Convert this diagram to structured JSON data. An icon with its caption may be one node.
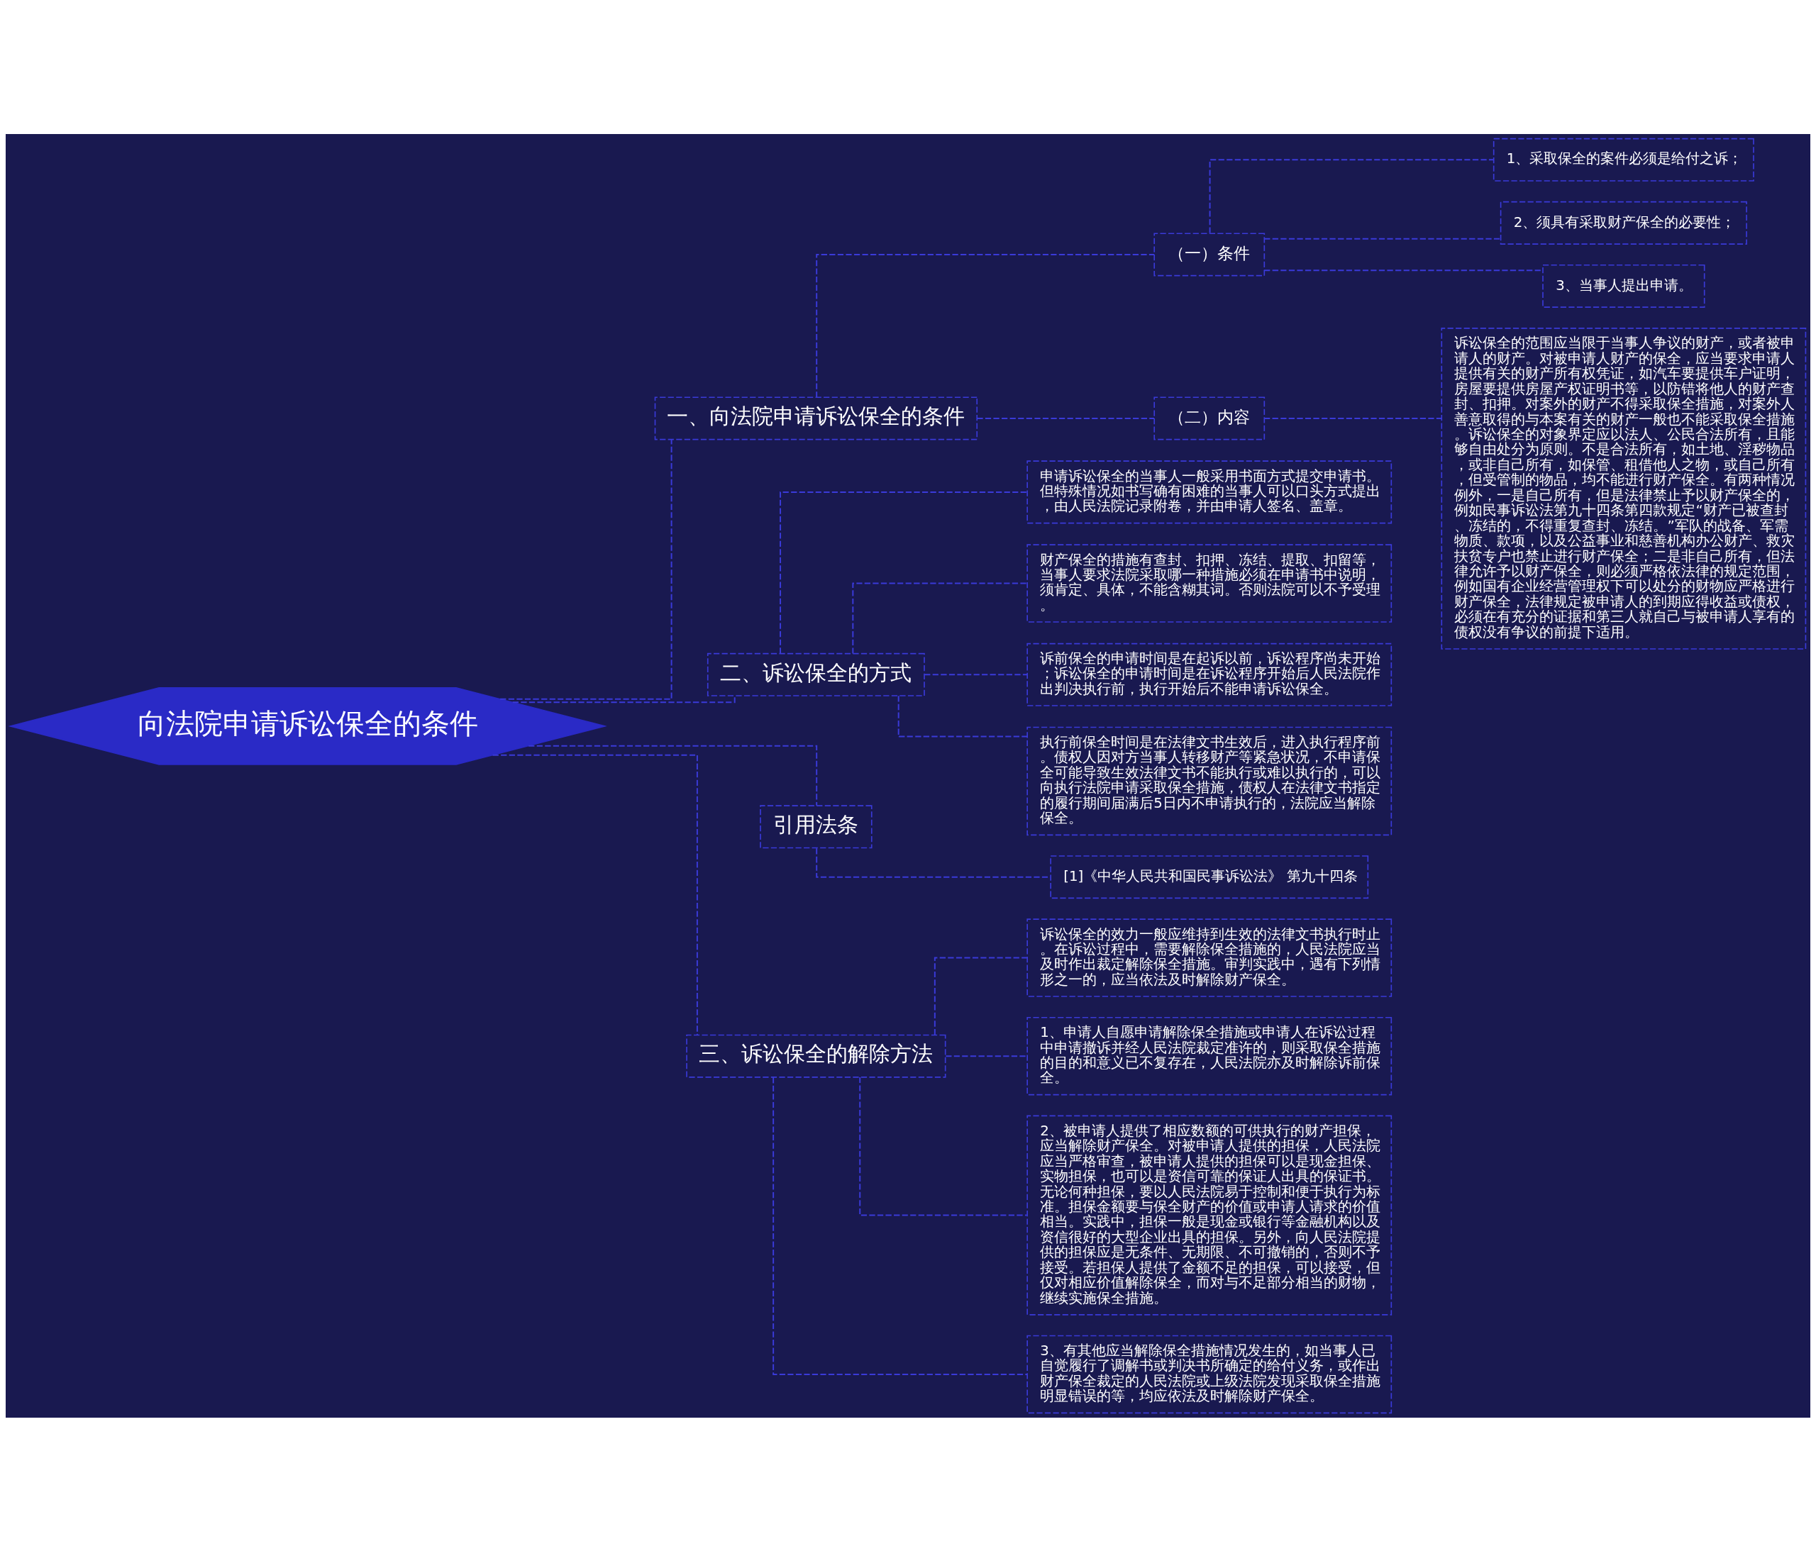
{
  "diagram": {
    "nodes": [
      {
        "text": [
          "向法院申请诉讼保全的条件"
        ]
      },
      {
        "text": [
          "一、向法院申请诉讼保全的条件"
        ]
      },
      {
        "text": [
          "（一）条件"
        ]
      },
      {
        "text": [
          "1、采取保全的案件必须是给付之诉；"
        ]
      },
      {
        "text": [
          "2、须具有采取财产保全的必要性；"
        ]
      },
      {
        "text": [
          "3、当事人提出申请。"
        ]
      },
      {
        "text": [
          "（二）内容"
        ]
      },
      {
        "text": [
          "诉讼保全的范围应当限于当事人争议的财产，或者被申请人的财产。对被申请人财产的保全，应当要求申请人提供有关的财产所有权凭证，如汽车要提供车户证明，房屋要提供房屋产权证明书等，以防错将他人的财产查封、扣押。对案外的财产不得采取保全措施，对案外人善意取得的与本案有关的财产一般也不能采取保全措施。诉讼保全的对象界定应以法人、公民合法所有，且能够自由处分为原则。不是合法所有，如土地、淫秽物品，或非自己所有，如保管、租借他人之物，或自己所有，但受管制的物品，均不能进行财产保全。有两种情况例外，一是自己所有，但是法律禁止予以财产保全的，例如民事诉讼法第九十四条第四款规定“财产已被查封、冻结的，不得重复查封、冻结。”军队的战备、军需物质、款项，以及公益事业和慈善机构办公财产、救灾扶贫专户也禁止进行财产保全；二是非自己所有，但法律允许予以财产保全，则必须严格依法律的规定范围，例如国有企业经营管理权下可以处分的财物应严格进行财产保全，法律规定被申请人的到期应得收益或债权，必须在有充分的证据和第三人就自己与被申请人享有的债权没有争议的前提下适用。"
        ]
      },
      {
        "text": [
          "二、诉讼保全的方式"
        ]
      },
      {
        "text": [
          "申请诉讼保全的当事人一般采用书面方式提交申请书。但特殊情况如书写确有困难的当事人可以口头方式提出，由人民法院记录附卷，并由申请人签名、盖章。"
        ]
      },
      {
        "text": [
          "财产保全的措施有查封、扣押、冻结、提取、扣留等，当事人要求法院采取哪一种措施必须在申请书中说明，须肯定、具体，不能含糊其词。否则法院可以不予受理。"
        ]
      },
      {
        "text": [
          "诉前保全的申请时间是在起诉以前，诉讼程序尚未开始；诉讼保全的申请时间是在诉讼程序开始后人民法院作出判决执行前，执行开始后不能申请诉讼保全。"
        ]
      },
      {
        "text": [
          "执行前保全时间是在法律文书生效后，进入执行程序前。债权人因对方当事人转移财产等紧急状况，不申请保全可能导致生效法律文书不能执行或难以执行的，可以向执行法院申请采取保全措施，债权人在法律文书指定的履行期间届满后5日内不申请执行的，法院应当解除保全。"
        ]
      },
      {
        "text": [
          "引用法条"
        ]
      },
      {
        "text": [
          "[1]《中华人民共和国民事诉讼法》 第九十四条"
        ]
      },
      {
        "text": [
          "三、诉讼保全的解除方法"
        ]
      },
      {
        "text": [
          "诉讼保全的效力一般应维持到生效的法律文书执行时止。在诉讼过程中，需要解除保全措施的，人民法院应当及时作出裁定解除保全措施。审判实践中，遇有下列情形之一的，应当依法及时解除财产保全。"
        ]
      },
      {
        "text": [
          "1、申请人自愿申请解除保全措施或申请人在诉讼过程中申请撤诉并经人民法院裁定准许的，则采取保全措施的目的和意义已不复存在，人民法院亦及时解除诉前保全。"
        ]
      },
      {
        "text": [
          "2、被申请人提供了相应数额的可供执行的财产担保，应当解除财产保全。对被申请人提供的担保，人民法院应当严格审查，被申请人提供的担保可以是现金担保、实物担保，也可以是资信可靠的保证人出具的保证书。无论何种担保，要以人民法院易于控制和便于执行为标准。担保金额要与保全财产的价值或申请人请求的价值相当。实践中，担保一般是现金或银行等金融机构以及资信很好的大型企业出具的担保。另外，向人民法院提供的担保应是无条件、无期限、不可撤销的，否则不予接受。若担保人提供了金额不足的担保，可以接受，但仅对相应价值解除保全，而对与不足部分相当的财物，继续实施保全措施。"
        ]
      },
      {
        "text": [
          "3、有其他应当解除保全措施情况发生的，如当事人已自觉履行了调解书或判决书所确定的给付义务，或作出财产保全裁定的人民法院或上级法院发现采取保全措施明显错误的等，均应依法及时解除财产保全。"
        ]
      }
    ],
    "edges": [
      {
        "from": 0,
        "to": 1,
        "arrow": "none",
        "style": "dashed"
      },
      {
        "from": 1,
        "to": 2,
        "arrow": "none",
        "style": "dashed"
      },
      {
        "from": 2,
        "to": 3,
        "arrow": "none",
        "style": "dashed"
      },
      {
        "from": 2,
        "to": 4,
        "arrow": "none",
        "style": "dashed"
      },
      {
        "from": 2,
        "to": 5,
        "arrow": "none",
        "style": "dashed"
      },
      {
        "from": 1,
        "to": 6,
        "arrow": "none",
        "style": "dashed"
      },
      {
        "from": 6,
        "to": 7,
        "arrow": "none",
        "style": "dashed"
      },
      {
        "from": 0,
        "to": 8,
        "arrow": "none",
        "style": "dashed"
      },
      {
        "from": 8,
        "to": 9,
        "arrow": "none",
        "style": "dashed"
      },
      {
        "from": 8,
        "to": 10,
        "arrow": "none",
        "style": "dashed"
      },
      {
        "from": 8,
        "to": 11,
        "arrow": "none",
        "style": "dashed"
      },
      {
        "from": 8,
        "to": 12,
        "arrow": "none",
        "style": "dashed"
      },
      {
        "from": 0,
        "to": 13,
        "arrow": "none",
        "style": "dashed"
      },
      {
        "from": 13,
        "to": 14,
        "arrow": "none",
        "style": "dashed"
      },
      {
        "from": 0,
        "to": 15,
        "arrow": "none",
        "style": "dashed"
      },
      {
        "from": 15,
        "to": 16,
        "arrow": "none",
        "style": "dashed"
      },
      {
        "from": 15,
        "to": 17,
        "arrow": "none",
        "style": "dashed"
      },
      {
        "from": 15,
        "to": 18,
        "arrow": "none",
        "style": "dashed"
      },
      {
        "from": 15,
        "to": 19,
        "arrow": "none",
        "style": "dashed"
      }
    ]
  }
}
